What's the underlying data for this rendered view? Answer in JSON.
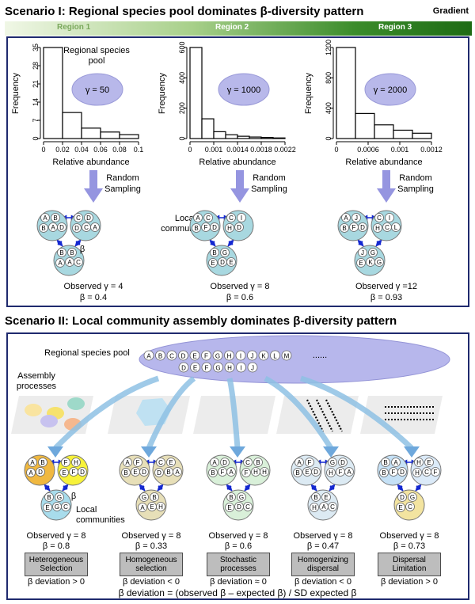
{
  "scenario1": {
    "title": "Scenario I: Regional species pool dominates β-diversity pattern",
    "gradient_label": "Gradient",
    "regions": [
      "Region 1",
      "Region 2",
      "Region 3"
    ],
    "pool_caption": "Regional species pool",
    "xlabel": "Relative abundance",
    "ylabel": "Frequency",
    "sampling_label": "Random Sampling",
    "local_label": "Local communities",
    "panels": [
      {
        "gamma": "γ = 50",
        "obs_gamma": "Observed γ = 4",
        "beta": "β = 0.4",
        "yticks": [
          "0",
          "7",
          "14",
          "21",
          "28",
          "35"
        ],
        "ymax": 35,
        "xticks": [
          "0",
          "0.02",
          "0.04",
          "0.06",
          "0.08",
          "0.1"
        ],
        "xmax": 0.1
      },
      {
        "gamma": "γ = 1000",
        "obs_gamma": "Observed γ = 8",
        "beta": "β = 0.6",
        "yticks": [
          "0",
          "200",
          "400",
          "600"
        ],
        "ymax": 600,
        "xticks": [
          "0",
          "0.001",
          "0.0014",
          "0.0018",
          "0.0022"
        ],
        "xmax": 0.0022
      },
      {
        "gamma": "γ = 2000",
        "obs_gamma": "Observed γ =12",
        "beta": "β = 0.93",
        "yticks": [
          "0",
          "400",
          "800",
          "1200"
        ],
        "ymax": 1200,
        "xticks": [
          "0",
          "0.0006",
          "0.001",
          "0.0012"
        ],
        "xmax": 0.0012
      }
    ]
  },
  "scenario2": {
    "title": "Scenario II: Local community assembly dominates β-diversity pattern",
    "pool_label": "Regional  species pool",
    "pool_letters_row1": [
      "A",
      "B",
      "C",
      "D",
      "E",
      "F",
      "G",
      "H",
      "I",
      "J",
      "K",
      "L",
      "M"
    ],
    "pool_letters_row2": [
      "D",
      "E",
      "F",
      "G",
      "H",
      "I",
      "J"
    ],
    "ellipsis": "......",
    "assembly_label": "Assembly processes",
    "local_label": "Local communities",
    "formula": "β deviation  =  (observed β – expected β) / SD expected β",
    "columns": [
      {
        "obs_gamma": "Observed γ = 8",
        "beta": "β = 0.8",
        "process": "Heterogeneous Selection",
        "deviation": "β deviation  > 0"
      },
      {
        "obs_gamma": "Observed γ = 8",
        "beta": "β = 0.33",
        "process": "Homogeneous selection",
        "deviation": "β deviation  < 0"
      },
      {
        "obs_gamma": "Observed γ = 8",
        "beta": "β = 0.6",
        "process": "Stochastic processes",
        "deviation": "β deviation  ≈ 0"
      },
      {
        "obs_gamma": "Observed γ = 8",
        "beta": "β = 0.47",
        "process": "Homogenizing dispersal",
        "deviation": "β deviation  < 0"
      },
      {
        "obs_gamma": "Observed γ = 8",
        "beta": "β = 0.73",
        "process": "Dispersal Limitation",
        "deviation": "β deviation  > 0"
      }
    ]
  },
  "communities_s1": [
    {
      "c1": [
        "A",
        "B",
        "B",
        "A",
        "D"
      ],
      "c2": [
        "C",
        "D",
        "D",
        "C",
        "A"
      ],
      "c3": [
        "B",
        "B",
        "A",
        "A",
        "C"
      ]
    },
    {
      "c1": [
        "A",
        "C",
        "B",
        "F",
        "D"
      ],
      "c2": [
        "C",
        "I",
        "H",
        "D"
      ],
      "c3": [
        "B",
        "G",
        "E",
        "D",
        "E"
      ]
    },
    {
      "c1": [
        "A",
        "J",
        "B",
        "F",
        "D"
      ],
      "c2": [
        "C",
        "I",
        "H",
        "C",
        "L"
      ],
      "c3": [
        "J",
        "G",
        "E",
        "K",
        "G"
      ]
    }
  ],
  "communities_s2": [
    {
      "c1": [
        "A",
        "B",
        "A",
        "D"
      ],
      "c2": [
        "F",
        "H",
        "E",
        "F",
        "D"
      ],
      "c3": [
        "B",
        "G",
        "E",
        "G",
        "C"
      ]
    },
    {
      "c1": [
        "A",
        "F",
        "B",
        "E",
        "D"
      ],
      "c2": [
        "C",
        "E",
        "D",
        "B",
        "A"
      ],
      "c3": [
        "G",
        "B",
        "A",
        "E",
        "H"
      ]
    },
    {
      "c1": [
        "A",
        "D",
        "B",
        "F",
        "A"
      ],
      "c2": [
        "C",
        "B",
        "F",
        "H",
        "H"
      ],
      "c3": [
        "B",
        "G",
        "E",
        "D",
        "C"
      ]
    },
    {
      "c1": [
        "A",
        "F",
        "B",
        "E",
        "D"
      ],
      "c2": [
        "G",
        "D",
        "H",
        "F",
        "A"
      ],
      "c3": [
        "B",
        "E",
        "H",
        "A",
        "C"
      ]
    },
    {
      "c1": [
        "B",
        "A",
        "B",
        "F",
        "D"
      ],
      "c2": [
        "H",
        "E",
        "H",
        "C",
        "F"
      ],
      "c3": [
        "D",
        "G",
        "E",
        "C"
      ]
    }
  ]
}
